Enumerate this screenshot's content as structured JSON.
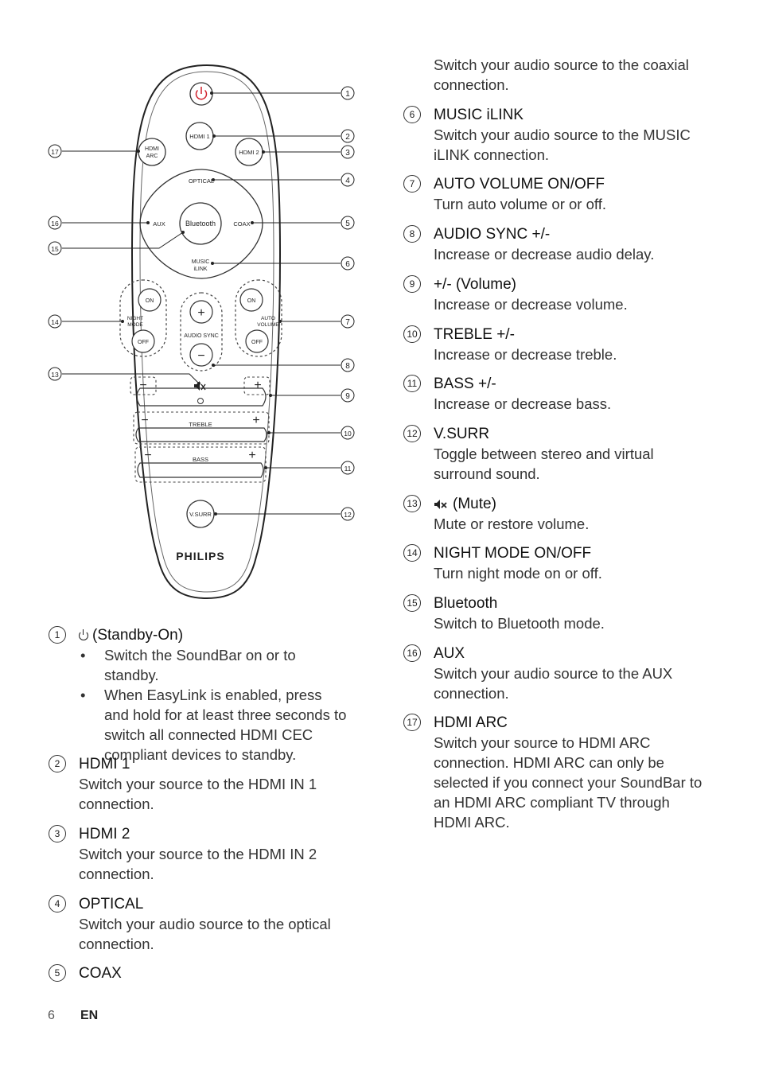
{
  "remote": {
    "buttons": {
      "hdmi1": "HDMI 1",
      "hdmi2": "HDMI 2",
      "hdmi_arc_line1": "HDMI",
      "hdmi_arc_line2": "ARC",
      "optical": "OPTICAL",
      "bluetooth": "Bluetooth",
      "aux": "AUX",
      "coax": "COAX",
      "music_line1": "MUSIC",
      "music_line2": "iLINK",
      "on_night": "ON",
      "off_night": "OFF",
      "night_line1": "NIGHT",
      "night_line2": "MODE",
      "audio_sync": "AUDIO SYNC",
      "plus": "+",
      "minus": "−",
      "on_auto": "ON",
      "off_auto": "OFF",
      "auto_line1": "AUTO",
      "auto_line2": "VOLUME",
      "treble": "TREBLE",
      "bass": "BASS",
      "vsurr": "V.SURR"
    },
    "brand": "PHILIPS",
    "callouts": [
      "1",
      "2",
      "3",
      "4",
      "5",
      "6",
      "7",
      "8",
      "9",
      "10",
      "11",
      "12",
      "13",
      "14",
      "15",
      "16",
      "17"
    ]
  },
  "left_column": [
    {
      "num": "1",
      "title": "(Standby-On)",
      "icon": "power-icon",
      "bullets": [
        "Switch the SoundBar on or to standby.",
        "When EasyLink is enabled, press and hold for at least three seconds to switch all connected HDMI CEC compliant devices to standby."
      ]
    },
    {
      "num": "2",
      "title": "HDMI 1",
      "desc": "Switch your source to the HDMI IN 1 connection."
    },
    {
      "num": "3",
      "title": "HDMI 2",
      "desc": "Switch your source to the HDMI IN 2 connection."
    },
    {
      "num": "4",
      "title": "OPTICAL",
      "desc": "Switch your audio source to the optical connection."
    },
    {
      "num": "5",
      "title": "COAX"
    }
  ],
  "right_column": {
    "continued": "Switch your audio source to the coaxial connection.",
    "entries": [
      {
        "num": "6",
        "title": "MUSIC iLINK",
        "desc": "Switch your audio source to the MUSIC iLINK connection."
      },
      {
        "num": "7",
        "title": "AUTO VOLUME ON/OFF",
        "desc": "Turn auto volume or or off."
      },
      {
        "num": "8",
        "title": "AUDIO SYNC +/-",
        "desc": "Increase or decrease audio delay."
      },
      {
        "num": "9",
        "title": "+/- (Volume)",
        "desc": "Increase or decrease volume."
      },
      {
        "num": "10",
        "title": "TREBLE +/-",
        "desc": "Increase or decrease treble."
      },
      {
        "num": "11",
        "title": "BASS +/-",
        "desc": "Increase or decrease bass."
      },
      {
        "num": "12",
        "title": "V.SURR",
        "desc": "Toggle between stereo and virtual surround sound."
      },
      {
        "num": "13",
        "title": "(Mute)",
        "icon": "mute-icon",
        "desc": "Mute or restore volume."
      },
      {
        "num": "14",
        "title": "NIGHT MODE ON/OFF",
        "desc": "Turn night mode on or off."
      },
      {
        "num": "15",
        "title": "Bluetooth",
        "desc": "Switch to Bluetooth mode."
      },
      {
        "num": "16",
        "title": "AUX",
        "desc": "Switch your audio source to the AUX connection."
      },
      {
        "num": "17",
        "title": "HDMI ARC",
        "desc": "Switch your source to HDMI ARC connection. HDMI ARC can only be selected if you connect your SoundBar to an HDMI ARC compliant TV through HDMI ARC."
      }
    ]
  },
  "footer": {
    "page": "6",
    "lang": "EN"
  },
  "colors": {
    "power": "#d0202a",
    "text": "#1a1a1a"
  }
}
